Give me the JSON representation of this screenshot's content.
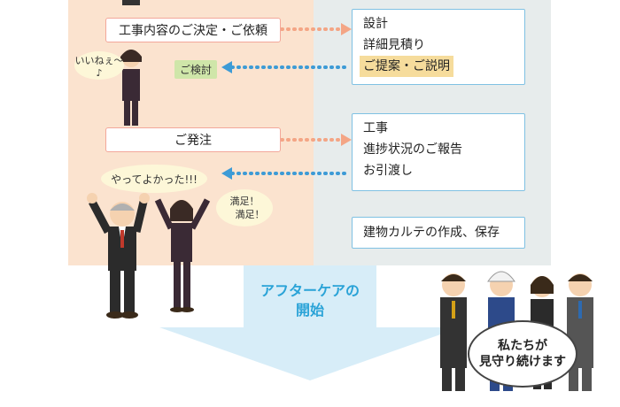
{
  "left_column": {
    "step1": "工事内容のご決定・ご依頼",
    "step2": "ご発注"
  },
  "right_column": {
    "group1": [
      "設計",
      "詳細見積り",
      "ご提案・ご説明"
    ],
    "group2": [
      "工事",
      "進捗状況のご報告",
      "お引渡し"
    ],
    "group3": "建物カルテの作成、保存"
  },
  "tags": {
    "consider": "ご検討"
  },
  "speech": {
    "iine": "いいねぇ～♪",
    "yatte": "やってよかった!!!",
    "manzoku1": "満足！",
    "manzoku2": "満足！"
  },
  "aftercare": {
    "line1": "アフターケアの",
    "line2": "開始"
  },
  "team_message": {
    "line1": "私たちが",
    "line2": "見守り続けます"
  },
  "colors": {
    "left_panel": "#fbe3cf",
    "right_panel": "#e7ecec",
    "arrow_orange": "#f4a585",
    "arrow_blue": "#3d9bd6",
    "aftercare_text": "#2aa3d7"
  }
}
